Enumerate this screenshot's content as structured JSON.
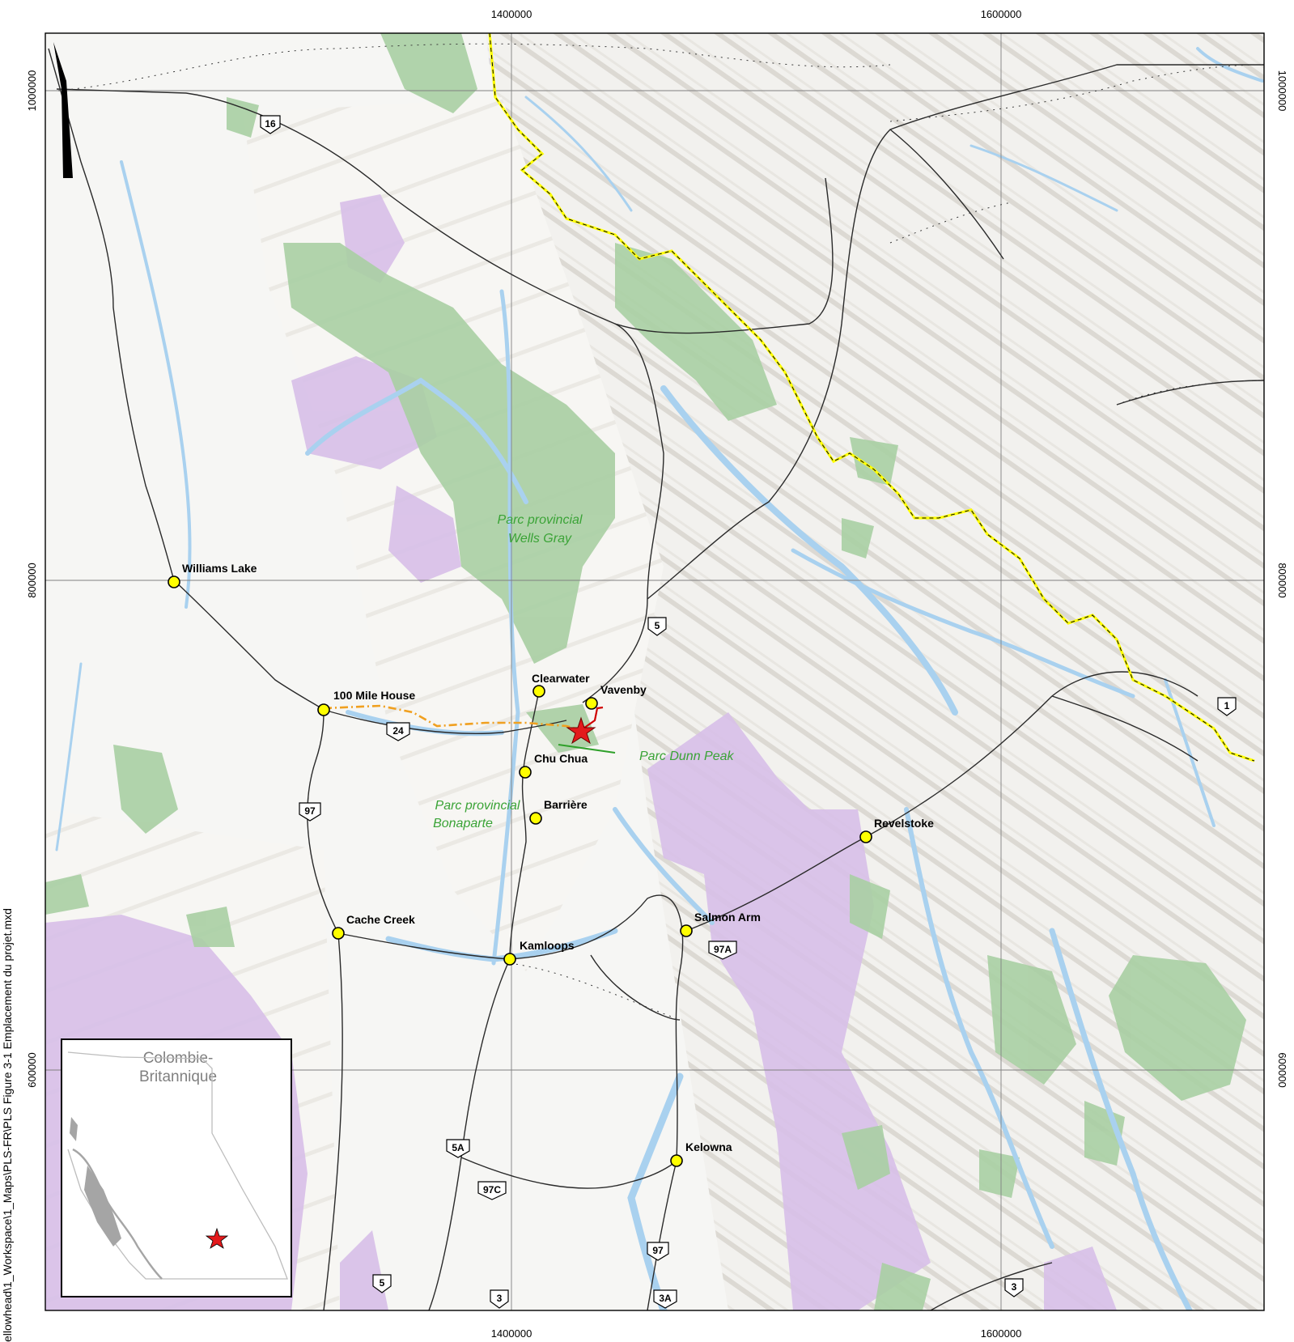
{
  "coords": {
    "x_top": [
      "1400000",
      "1600000"
    ],
    "x_bottom": [
      "1400000",
      "1600000"
    ],
    "y_left": [
      "1000000",
      "800000",
      "600000"
    ],
    "y_right": [
      "1000000",
      "800000",
      "600000"
    ]
  },
  "cities": [
    {
      "name": "Williams Lake"
    },
    {
      "name": "100 Mile House"
    },
    {
      "name": "Clearwater"
    },
    {
      "name": "Vavenby"
    },
    {
      "name": "Chu Chua"
    },
    {
      "name": "Barrière"
    },
    {
      "name": "Revelstoke"
    },
    {
      "name": "Cache Creek"
    },
    {
      "name": "Kamloops"
    },
    {
      "name": "Salmon Arm"
    },
    {
      "name": "Kelowna"
    }
  ],
  "parks": {
    "wells_gray": [
      "Parc provincial",
      "Wells Gray"
    ],
    "dunn_peak": "Parc Dunn Peak",
    "bonaparte": [
      "Parc provincial",
      "Bonaparte"
    ]
  },
  "highways": [
    "16",
    "5",
    "24",
    "97",
    "1",
    "97A",
    "5A",
    "97C",
    "97",
    "5",
    "3",
    "3A",
    "3"
  ],
  "inset": {
    "title_lines": [
      "Colombie-",
      "Britannique"
    ]
  },
  "side_path": "ellowhead\\1_Workspace\\1_Maps\\PLS-FR\\PLS Figure 3-1 Emplacement du projet.mxd",
  "colors": {
    "park_green": "#9fc79a",
    "protected_purple": "#d7bfe8",
    "water": "#b9d9f0",
    "boundary_yellow": "#ffff00",
    "project_star": "#e31a1c",
    "city_dot": "#ffff00",
    "proposed_route": "#f0a020"
  }
}
